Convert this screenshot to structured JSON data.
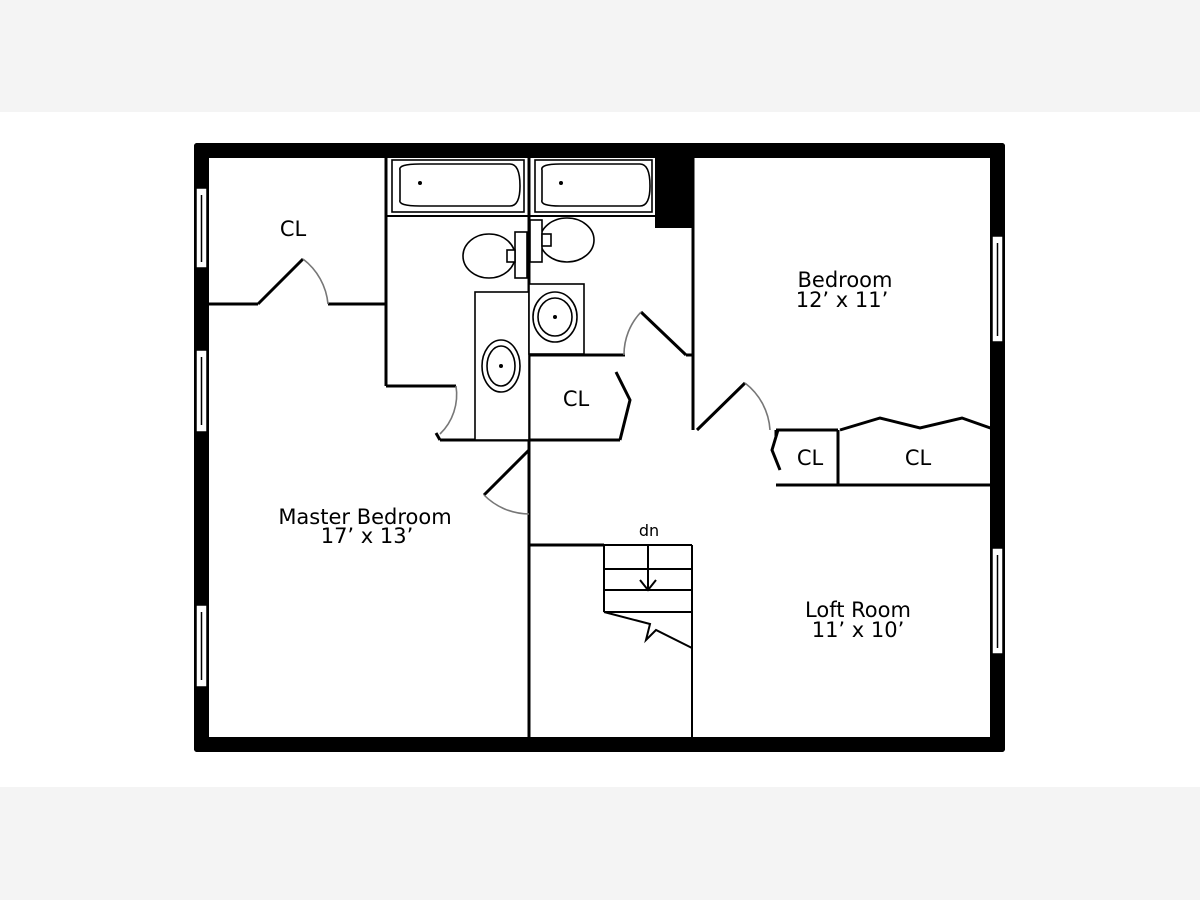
{
  "floorplan": {
    "rooms": [
      {
        "name": "Master Bedroom",
        "dimensions": "17’ x 13’"
      },
      {
        "name": "Bedroom",
        "dimensions": "12’ x 11’"
      },
      {
        "name": "Loft Room",
        "dimensions": "11’ x 10’"
      }
    ],
    "closets": [
      "CL",
      "CL",
      "CL",
      "CL"
    ],
    "stairs_label": "dn"
  }
}
